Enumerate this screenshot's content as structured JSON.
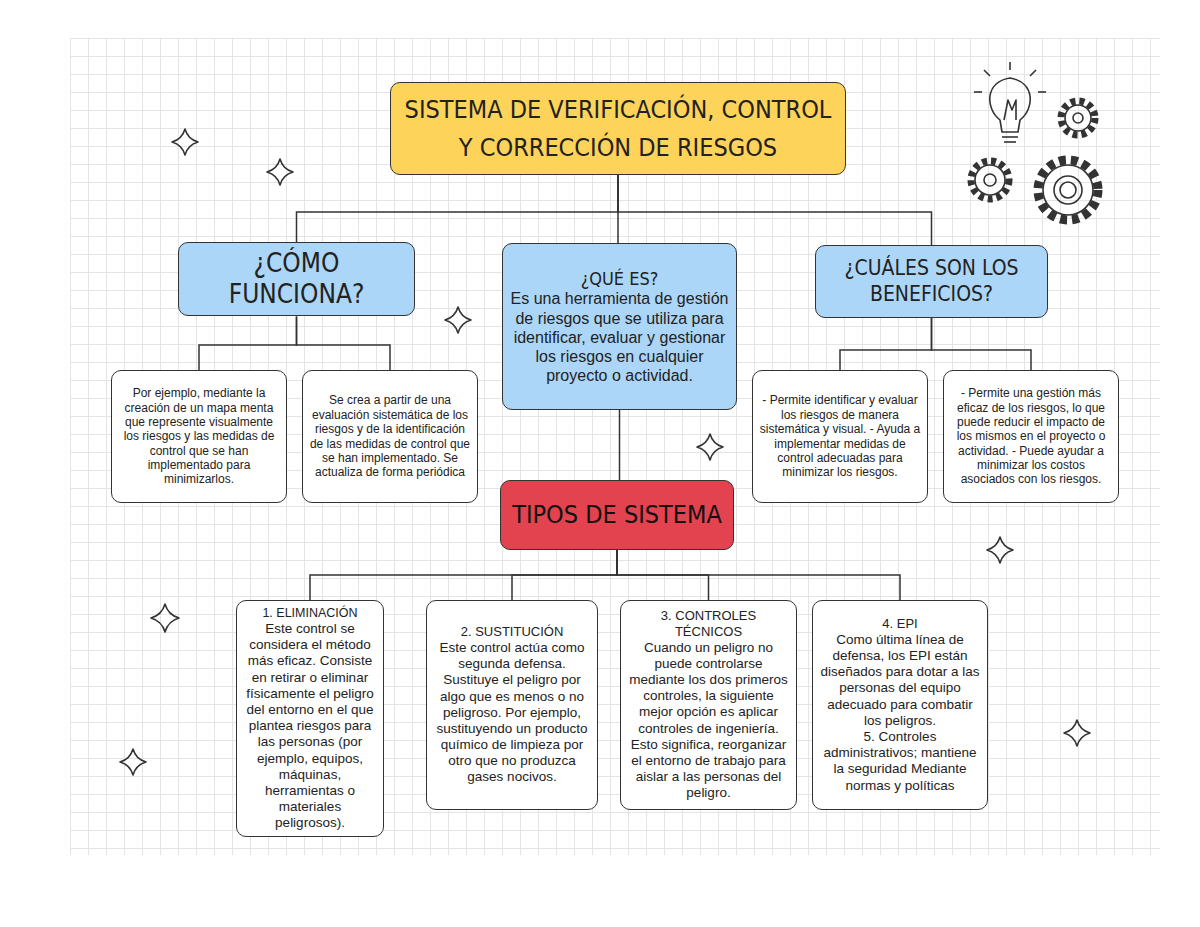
{
  "diagram": {
    "nodes": [
      {
        "text": [
          "SISTEMA DE VERIFICACIÓN, CONTROL Y CORRECCIÓN DE RIESGOS"
        ]
      },
      {
        "text": [
          "¿CÓMO FUNCIONA?"
        ]
      },
      {
        "text": [
          "¿QUÉ ES?",
          "Es una herramienta de gestión de riesgos que se utiliza para identificar, evaluar y gestionar los riesgos en cualquier proyecto o actividad."
        ]
      },
      {
        "text": [
          "¿CUÁLES SON LOS BENEFICIOS?"
        ]
      },
      {
        "text": [
          "Por ejemplo, mediante la creación de un mapa menta que represente visualmente los riesgos y las medidas de control que se han implementado para minimizarlos."
        ]
      },
      {
        "text": [
          "Se crea a partir de una evaluación sistemática de los riesgos y de la identificación de las medidas de control que se han implementado. Se actualiza de forma periódica"
        ]
      },
      {
        "text": [
          "- Permite identificar y evaluar los riesgos de manera sistemática y visual. - Ayuda a implementar medidas de control adecuadas para minimizar los riesgos."
        ]
      },
      {
        "text": [
          "- Permite una gestión más eficaz de los riesgos, lo que puede reducir el impacto de los mismos en el proyecto o actividad. - Puede ayudar a minimizar los costos asociados con los riesgos."
        ]
      },
      {
        "text": [
          "TIPOS DE SISTEMA"
        ]
      },
      {
        "text": [
          "1. ELIMINACIÓN",
          "Este control se considera el método más eficaz. Consiste en retirar o eliminar físicamente el peligro del entorno en el que plantea riesgos para las personas (por ejemplo, equipos, máquinas, herramientas o materiales peligrosos)."
        ]
      },
      {
        "text": [
          "2. SUSTITUCIÓN",
          "Este control actúa como segunda defensa. Sustituye el peligro por algo que es menos o no peligroso. Por ejemplo, sustituyendo un producto químico de limpieza por otro que no produzca gases nocivos."
        ]
      },
      {
        "text": [
          "3. CONTROLES TÉCNICOS",
          "Cuando un peligro no puede controlarse mediante los dos primeros controles, la siguiente mejor opción es aplicar controles de ingeniería. Esto significa, reorganizar el entorno de trabajo para aislar a las personas del peligro."
        ]
      },
      {
        "text": [
          "4. EPI",
          "Como última línea de defensa, los EPI están diseñados para dotar a las personas del equipo adecuado para combatir los peligros.",
          "5. Controles administrativos; mantiene la seguridad Mediante normas y políticas"
        ]
      }
    ],
    "edges": [
      {
        "from": 0,
        "to": 1,
        "arrow": "none"
      },
      {
        "from": 0,
        "to": 2,
        "arrow": "none"
      },
      {
        "from": 0,
        "to": 3,
        "arrow": "none"
      },
      {
        "from": 1,
        "to": 4,
        "arrow": "none"
      },
      {
        "from": 1,
        "to": 5,
        "arrow": "none"
      },
      {
        "from": 3,
        "to": 6,
        "arrow": "none"
      },
      {
        "from": 3,
        "to": 7,
        "arrow": "none"
      },
      {
        "from": 2,
        "to": 8,
        "arrow": "none"
      },
      {
        "from": 8,
        "to": 9,
        "arrow": "none"
      },
      {
        "from": 8,
        "to": 10,
        "arrow": "none"
      },
      {
        "from": 8,
        "to": 11,
        "arrow": "none"
      },
      {
        "from": 8,
        "to": 12,
        "arrow": "none"
      }
    ]
  }
}
